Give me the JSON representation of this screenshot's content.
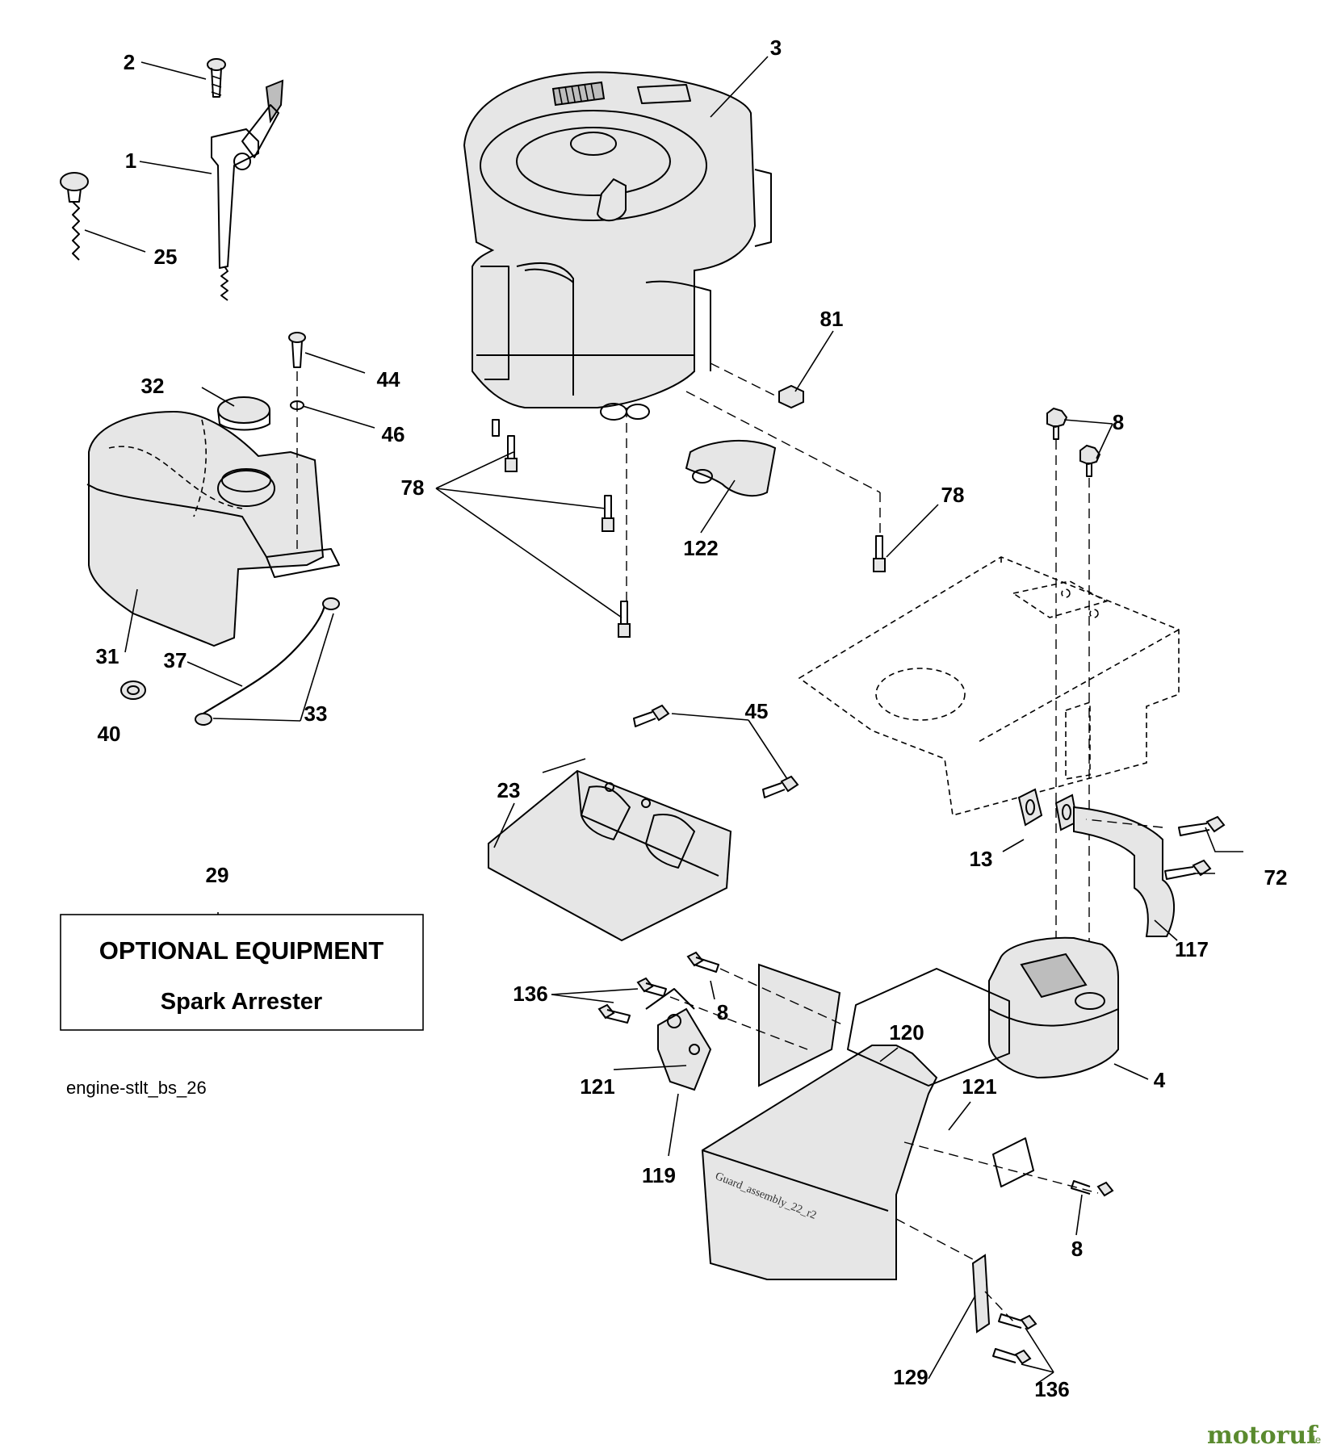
{
  "diagram": {
    "callouts": [
      "1",
      "2",
      "3",
      "4",
      "8",
      "8",
      "8",
      "8",
      "13",
      "23",
      "25",
      "29",
      "31",
      "32",
      "33",
      "37",
      "40",
      "44",
      "45",
      "46",
      "72",
      "78",
      "78",
      "81",
      "117",
      "119",
      "120",
      "121",
      "121",
      "122",
      "129",
      "136",
      "136"
    ],
    "optional_box": {
      "title": "OPTIONAL EQUIPMENT",
      "subtitle": "Spark Arrester"
    },
    "reference_code": "engine-stlt_bs_26",
    "part_stamp": "Guard_assembly_22_r2",
    "watermark": {
      "brand": "motoruf",
      "tld": ".de"
    },
    "colors": {
      "line": "#000000",
      "part_fill": "#e6e6e6",
      "logo_green": "#5a8a2e",
      "logo_orange": "#d9821e"
    }
  }
}
